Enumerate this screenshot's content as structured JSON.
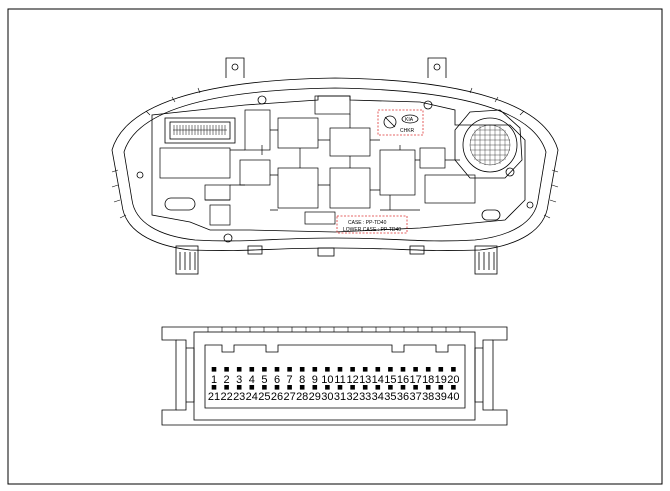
{
  "cluster": {
    "case_label": "CASE : PP-TD40",
    "lower_case_label": "LOWER CASE : PP-TD40",
    "brand_logo_text": "KIA",
    "chkr_label": "CHKR"
  },
  "connector": {
    "top_row": [
      "1",
      "2",
      "3",
      "4",
      "5",
      "6",
      "7",
      "8",
      "9",
      "10",
      "11",
      "12",
      "13",
      "14",
      "15",
      "16",
      "17",
      "18",
      "19",
      "20"
    ],
    "bottom_row": [
      "21",
      "22",
      "23",
      "24",
      "25",
      "26",
      "27",
      "28",
      "29",
      "30",
      "31",
      "32",
      "33",
      "34",
      "35",
      "36",
      "37",
      "38",
      "39",
      "40"
    ]
  }
}
